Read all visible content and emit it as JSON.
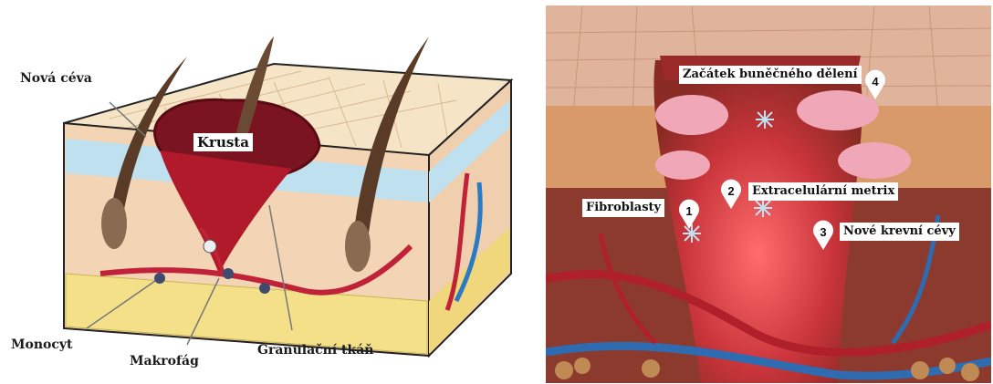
{
  "left_diagram": {
    "labels": {
      "new_vessel": "Nová céva",
      "crust": "Krusta",
      "monocyte": "Monocyt",
      "macrophage": "Makrofág",
      "granulation_tissue": "Granulační tkáň"
    }
  },
  "right_diagram": {
    "labels": {
      "cell_division": "Začátek buněčného dělení",
      "extracellular_matrix": "Extracelulární metrix",
      "fibroblasts": "Fibroblasty",
      "new_blood_vessels": "Nové krevní cévy"
    },
    "markers": [
      "1",
      "2",
      "3",
      "4"
    ]
  }
}
